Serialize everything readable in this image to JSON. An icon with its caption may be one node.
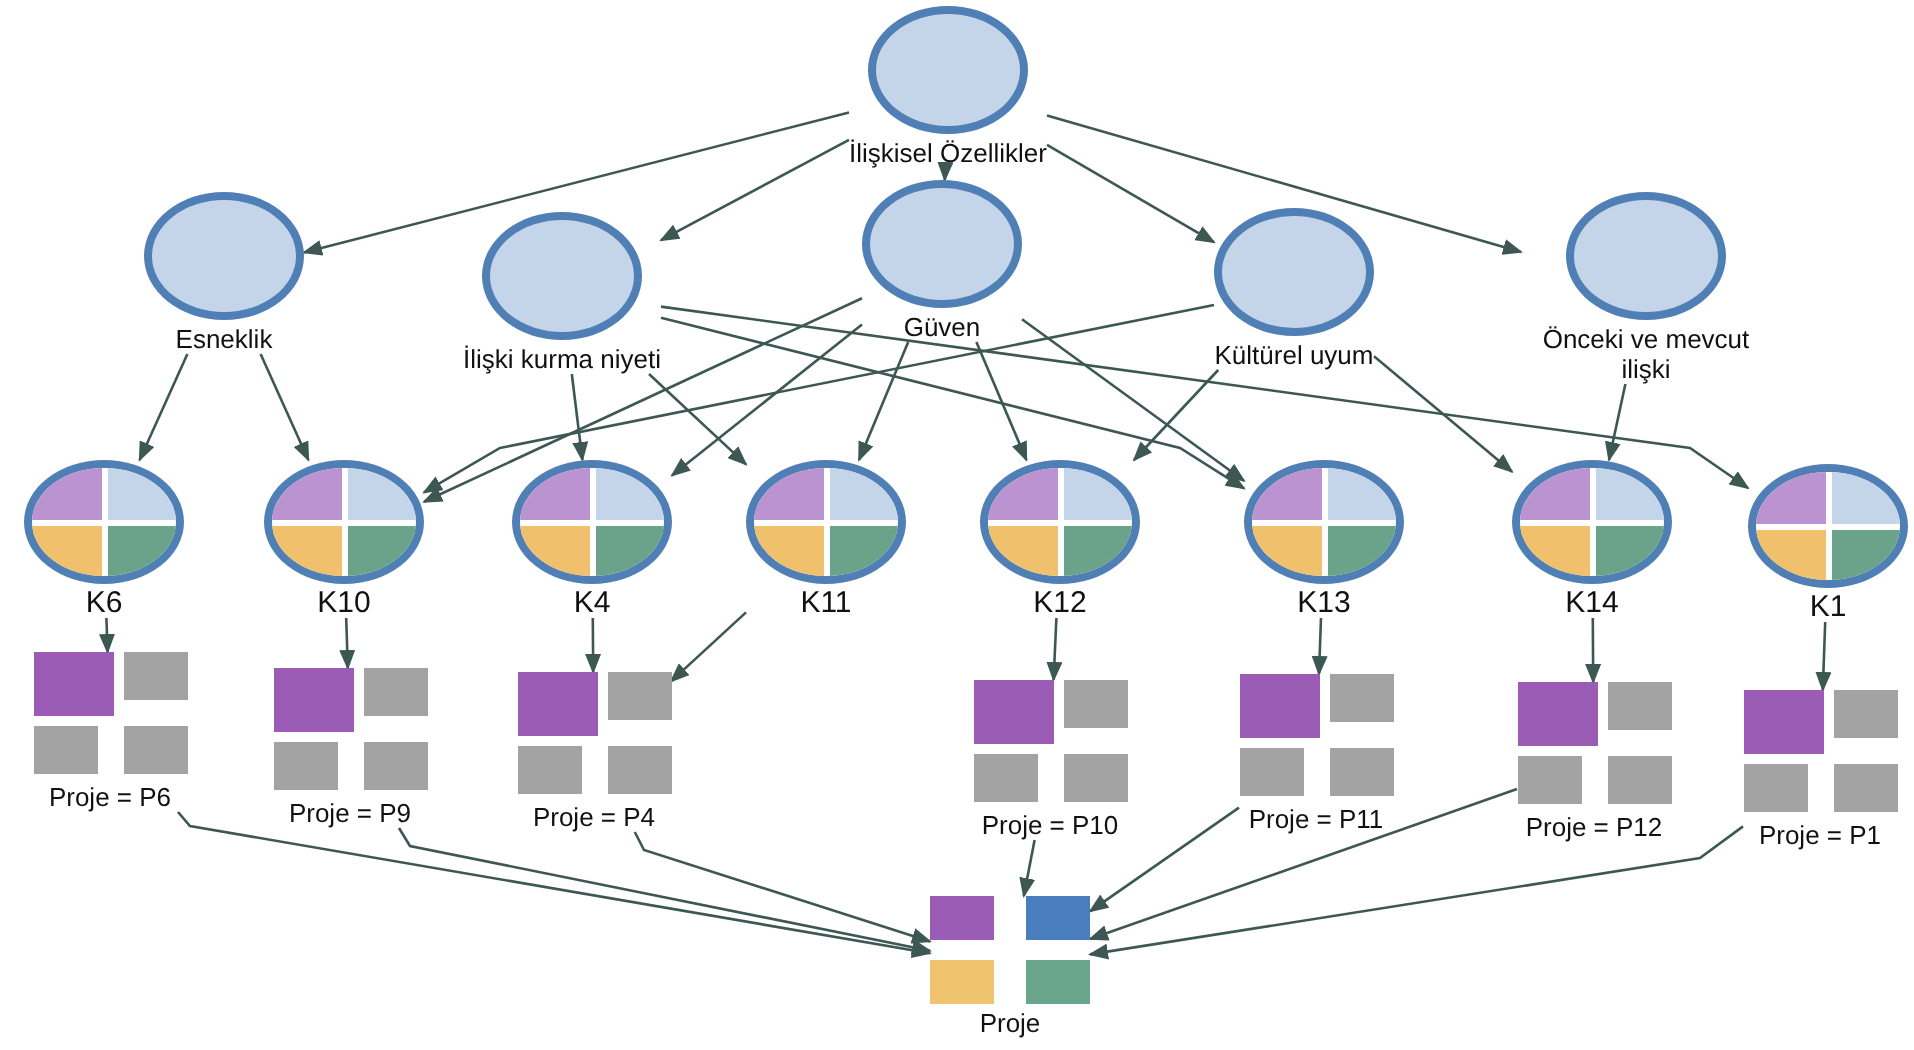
{
  "diagram": {
    "nodes": [
      {
        "text": [
          "İlişkisel Özellikler"
        ]
      },
      {
        "text": [
          "Esneklik"
        ]
      },
      {
        "text": [
          "İlişki kurma niyeti"
        ]
      },
      {
        "text": [
          "Güven"
        ]
      },
      {
        "text": [
          "Kültürel uyum"
        ]
      },
      {
        "text": [
          "Önceki ve mevcut ilişki"
        ]
      },
      {
        "text": [
          "K6"
        ]
      },
      {
        "text": [
          "K10"
        ]
      },
      {
        "text": [
          "K4"
        ]
      },
      {
        "text": [
          "K11"
        ]
      },
      {
        "text": [
          "K12"
        ]
      },
      {
        "text": [
          "K13"
        ]
      },
      {
        "text": [
          "K14"
        ]
      },
      {
        "text": [
          "K1"
        ]
      },
      {
        "text": [
          "Proje = P6"
        ]
      },
      {
        "text": [
          "Proje = P9"
        ]
      },
      {
        "text": [
          "Proje = P4"
        ]
      },
      {
        "text": [
          "Proje = P10"
        ]
      },
      {
        "text": [
          "Proje = P11"
        ]
      },
      {
        "text": [
          "Proje = P12"
        ]
      },
      {
        "text": [
          "Proje = P1"
        ]
      },
      {
        "text": [
          "Proje"
        ]
      }
    ],
    "edges": [
      {
        "from": 0,
        "to": 1,
        "arrow": "to"
      },
      {
        "from": 0,
        "to": 2,
        "arrow": "to"
      },
      {
        "from": 0,
        "to": 3,
        "arrow": "to"
      },
      {
        "from": 0,
        "to": 4,
        "arrow": "to"
      },
      {
        "from": 0,
        "to": 5,
        "arrow": "to"
      },
      {
        "from": 1,
        "to": 6,
        "arrow": "to"
      },
      {
        "from": 1,
        "to": 7,
        "arrow": "to"
      },
      {
        "from": 2,
        "to": 8,
        "arrow": "to"
      },
      {
        "from": 2,
        "to": 9,
        "arrow": "to"
      },
      {
        "from": 2,
        "to": 11,
        "arrow": "to"
      },
      {
        "from": 2,
        "to": 13,
        "arrow": "to"
      },
      {
        "from": 3,
        "to": 7,
        "arrow": "to"
      },
      {
        "from": 3,
        "to": 8,
        "arrow": "to"
      },
      {
        "from": 3,
        "to": 9,
        "arrow": "to"
      },
      {
        "from": 3,
        "to": 10,
        "arrow": "to"
      },
      {
        "from": 3,
        "to": 11,
        "arrow": "to"
      },
      {
        "from": 4,
        "to": 7,
        "arrow": "to"
      },
      {
        "from": 4,
        "to": 10,
        "arrow": "to"
      },
      {
        "from": 4,
        "to": 12,
        "arrow": "to"
      },
      {
        "from": 5,
        "to": 12,
        "arrow": "to"
      },
      {
        "from": 6,
        "to": 14,
        "arrow": "to"
      },
      {
        "from": 7,
        "to": 15,
        "arrow": "to"
      },
      {
        "from": 8,
        "to": 16,
        "arrow": "to"
      },
      {
        "from": 9,
        "to": 16,
        "arrow": "to"
      },
      {
        "from": 10,
        "to": 17,
        "arrow": "to"
      },
      {
        "from": 11,
        "to": 18,
        "arrow": "to"
      },
      {
        "from": 12,
        "to": 19,
        "arrow": "to"
      },
      {
        "from": 13,
        "to": 20,
        "arrow": "to"
      },
      {
        "from": 14,
        "to": 21,
        "arrow": "to"
      },
      {
        "from": 15,
        "to": 21,
        "arrow": "to"
      },
      {
        "from": 16,
        "to": 21,
        "arrow": "to"
      },
      {
        "from": 17,
        "to": 21,
        "arrow": "to"
      },
      {
        "from": 18,
        "to": 21,
        "arrow": "to"
      },
      {
        "from": 19,
        "to": 21,
        "arrow": "to"
      },
      {
        "from": 20,
        "to": 21,
        "arrow": "to"
      }
    ]
  }
}
